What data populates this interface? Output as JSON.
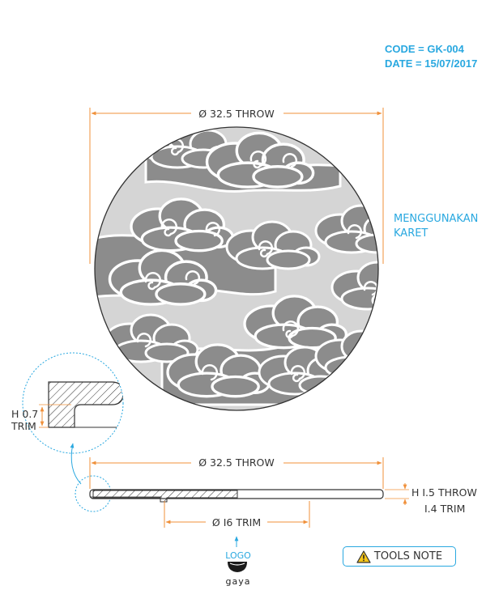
{
  "header": {
    "code_line": "CODE = GK-004",
    "date_line": "DATE = 15/07/2017"
  },
  "top_view": {
    "diameter_label": "Ø 32.5 THROW",
    "material_note_line1": "MENGGUNAKAN",
    "material_note_line2": "KARET"
  },
  "detail": {
    "height_label_line1": "H 0.7",
    "height_label_line2": "TRIM"
  },
  "side_view": {
    "diameter_label": "Ø 32.5 THROW",
    "trim_diameter_label": "Ø I6 TRIM",
    "height_label_line1": "H I.5 THROW",
    "height_label_line2": "I.4 TRIM"
  },
  "logo": {
    "caption": "LOGO",
    "brand_text": "gaya"
  },
  "tools_note": {
    "label": "TOOLS NOTE",
    "icon": "warning-triangle-icon"
  },
  "colors": {
    "dimension": "#f0903a",
    "accent": "#29a8e0",
    "cloud_fill": "#8c8c8c",
    "sky_fill": "#d5d5d5",
    "outline": "#333333"
  }
}
